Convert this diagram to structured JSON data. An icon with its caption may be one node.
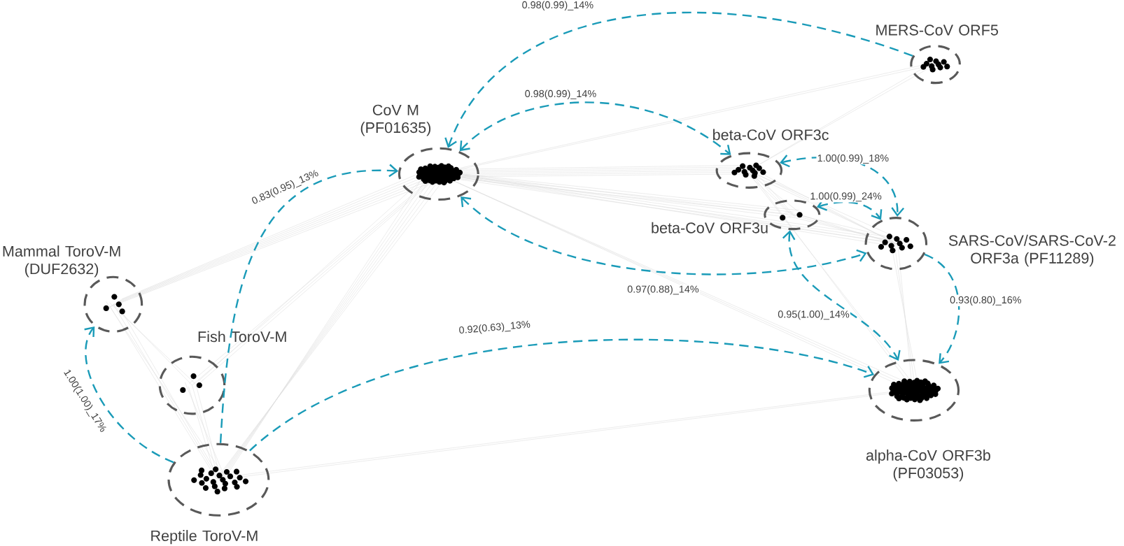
{
  "diagram": {
    "nodes": [
      {
        "text": [
          "CoV M (PF01635)"
        ]
      },
      {
        "text": [
          "MERS-CoV ORF5"
        ]
      },
      {
        "text": [
          "beta-CoV ORF3c"
        ]
      },
      {
        "text": [
          "beta-CoV ORF3u"
        ]
      },
      {
        "text": [
          "SARS-CoV/SARS-CoV-2 ORF3a (PF11289)"
        ]
      },
      {
        "text": [
          "Mammal ToroV-M (DUF2632)"
        ]
      },
      {
        "text": [
          "Fish ToroV-M"
        ]
      },
      {
        "text": [
          "alpha-CoV ORF3b (PF03053)"
        ]
      },
      {
        "text": [
          "Reptile ToroV-M"
        ]
      }
    ],
    "edges": [
      {
        "from": 1,
        "to": 0,
        "arrow": "to",
        "label": "0.98(0.99)_14%",
        "style": "dashed"
      },
      {
        "from": 0,
        "to": 2,
        "arrow": "both",
        "label": "0.98(0.99)_14%",
        "style": "dashed"
      },
      {
        "from": 8,
        "to": 0,
        "arrow": "to",
        "label": "0.83(0.95)_13%",
        "style": "dashed"
      },
      {
        "from": 0,
        "to": 4,
        "arrow": "both",
        "label": "0.97(0.88)_14%",
        "style": "dashed"
      },
      {
        "from": 2,
        "to": 4,
        "arrow": "both",
        "label": "1.00(0.99)_18%",
        "style": "dashed"
      },
      {
        "from": 3,
        "to": 4,
        "arrow": "both",
        "label": "1.00(0.99)_24%",
        "style": "dashed"
      },
      {
        "from": 3,
        "to": 7,
        "arrow": "both",
        "label": "0.95(1.00)_14%",
        "style": "dashed"
      },
      {
        "from": 4,
        "to": 7,
        "arrow": "to",
        "label": "0.93(0.80)_16%",
        "style": "dashed"
      },
      {
        "from": 8,
        "to": 7,
        "arrow": "to",
        "label": "0.92(0.63)_13%",
        "style": "dashed"
      },
      {
        "from": 8,
        "to": 5,
        "arrow": "to",
        "label": "1.00(1.00)_17%",
        "style": "dashed"
      }
    ]
  }
}
